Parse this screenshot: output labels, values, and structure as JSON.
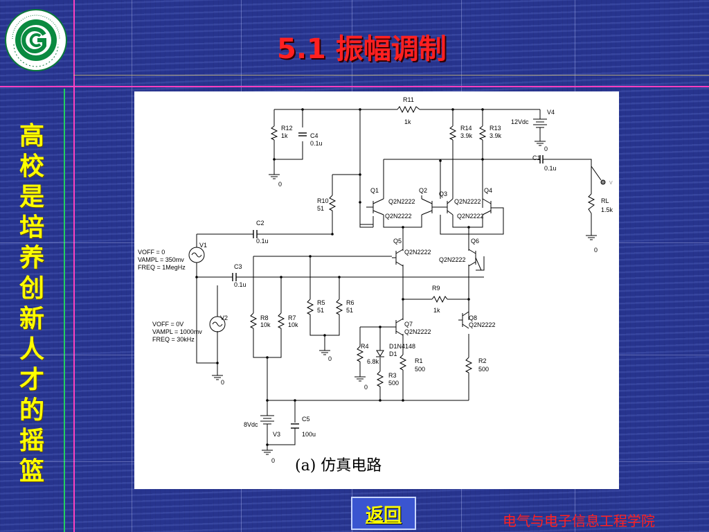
{
  "slide": {
    "title": "5.1  振幅调制",
    "slogan": "高校是培养创新人才的摇篮",
    "caption": "(a)  仿真电路",
    "back_label": "返回",
    "school": "电气与电子信息工程学院"
  },
  "colors": {
    "accent_lines": "#ff40c0",
    "green_line": "#20d060",
    "title": "#ff2020",
    "slogan": "#ffff00"
  },
  "schematic": {
    "R11": "R11",
    "R11_v": "1k",
    "V4": "V4",
    "V4_v": "12Vdc",
    "gnd_v4": "0",
    "R12": "R12",
    "R12_v": "1k",
    "C4": "C4",
    "C4_v": "0.1u",
    "R14": "R14",
    "R14_v": "3.9k",
    "R13": "R13",
    "R13_v": "3.9k",
    "C1": "C1",
    "C1_v": "0.1u",
    "gnd_top": "0",
    "v_probe": "V",
    "R10": "R10",
    "R10_v": "51",
    "Q1": "Q1",
    "Q2": "Q2",
    "Q3": "Q3",
    "Q4": "Q4",
    "q12_part": "Q2N2222",
    "q12_part2": "Q2N2222",
    "q34_part": "Q2N2222",
    "q34_part2": "Q2N2222",
    "RL": "RL",
    "RL_v": "1.5k",
    "gnd_rl": "0",
    "C2": "C2",
    "C2_v": "0.1u",
    "V1": "V1",
    "v1_voff": "VOFF = 0",
    "v1_vampl": "VAMPL = 350mv",
    "v1_freq": "FREQ = 1MegHz",
    "Q5": "Q5",
    "Q5_part": "Q2N2222",
    "Q6": "Q6",
    "Q6_part": "Q2N2222",
    "C3": "C3",
    "C3_v": "0.1u",
    "R9": "R9",
    "R9_v": "1k",
    "R5": "R5",
    "R5_v": "51",
    "R6": "R6",
    "R6_v": "51",
    "R8": "R8",
    "R8_v": "10k",
    "R7": "R7",
    "R7_v": "10k",
    "V2": "V2",
    "v2_voff": "VOFF = 0V",
    "v2_vampl": "VAMPL = 1000mv",
    "v2_freq": "FREQ = 30kHz",
    "Q7": "Q7",
    "Q7_part": "Q2N2222",
    "Q8": "Q8",
    "Q8_part": "Q2N2222",
    "D1_part": "D1N4148",
    "D1": "D1",
    "R4": "R4",
    "R4_v": "6.8k",
    "gnd_r5": "0",
    "gnd_v2": "0",
    "gnd_r4": "0",
    "R1": "R1",
    "R1_v": "500",
    "R2": "R2",
    "R2_v": "500",
    "R3": "R3",
    "R3_v": "500",
    "C5": "C5",
    "C5_v": "100u",
    "V3": "V3",
    "V3_v": "8Vdc",
    "gnd_v3": "0"
  }
}
